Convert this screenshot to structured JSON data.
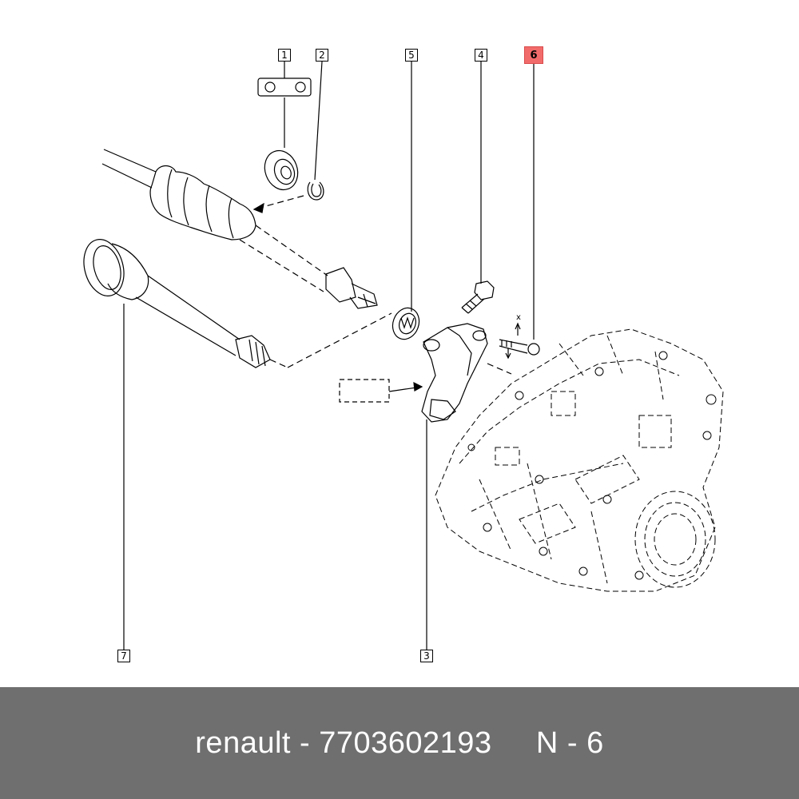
{
  "diagram": {
    "callouts": [
      {
        "id": "1",
        "label": "1",
        "highlighted": false
      },
      {
        "id": "2",
        "label": "2",
        "highlighted": false
      },
      {
        "id": "5",
        "label": "5",
        "highlighted": false
      },
      {
        "id": "4",
        "label": "4",
        "highlighted": false
      },
      {
        "id": "6",
        "label": "6",
        "highlighted": true
      },
      {
        "id": "7",
        "label": "7",
        "highlighted": false
      },
      {
        "id": "3",
        "label": "3",
        "highlighted": false
      }
    ],
    "dimension_mark": "x",
    "highlight_color": "#f26b6b"
  },
  "footer": {
    "text": "renault - 7703602193     N - 6",
    "background": "#6f6f6f",
    "text_color": "#ffffff"
  }
}
